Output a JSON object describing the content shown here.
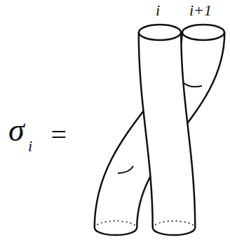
{
  "diagram": {
    "labels": [
      "i",
      "i+1",
      "σ",
      "i",
      "="
    ]
  }
}
